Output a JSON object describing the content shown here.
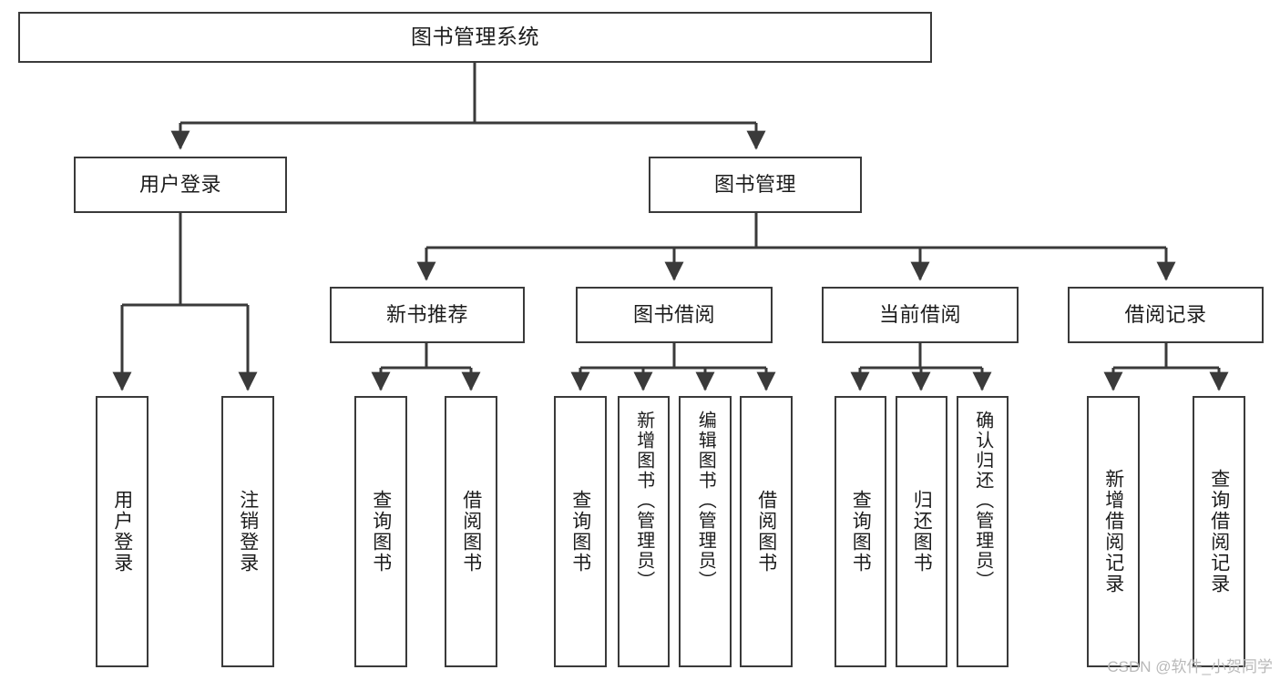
{
  "diagram": {
    "title": "图书管理系统",
    "type": "tree-hierarchy-diagram",
    "orientation": "top-down",
    "style": {
      "box_border_color": "#3a3a3a",
      "box_fill_color": "#ffffff",
      "connector_color": "#3a3a3a",
      "text_color": "#1c1c1c",
      "background_color": "#ffffff"
    }
  },
  "root": {
    "label": "图书管理系统"
  },
  "level2": [
    {
      "label": "用户登录"
    },
    {
      "label": "图书管理"
    }
  ],
  "level3": [
    {
      "label": "新书推荐"
    },
    {
      "label": "图书借阅"
    },
    {
      "label": "当前借阅"
    },
    {
      "label": "借阅记录"
    }
  ],
  "leaves": {
    "user_login": [
      {
        "label": "用户登录"
      },
      {
        "label": "注销登录"
      }
    ],
    "new_book_recommend": [
      {
        "label": "查询图书"
      },
      {
        "label": "借阅图书"
      }
    ],
    "book_borrow": [
      {
        "label": "查询图书"
      },
      {
        "label": "新增图书（管理员）"
      },
      {
        "label": "编辑图书（管理员）"
      },
      {
        "label": "借阅图书"
      }
    ],
    "current_borrow": [
      {
        "label": "查询图书"
      },
      {
        "label": "归还图书"
      },
      {
        "label": "确认归还（管理员）"
      }
    ],
    "borrow_record": [
      {
        "label": "新增借阅记录"
      },
      {
        "label": "查询借阅记录"
      }
    ]
  },
  "watermark": {
    "text": "CSDN @软件_小贺同学"
  }
}
